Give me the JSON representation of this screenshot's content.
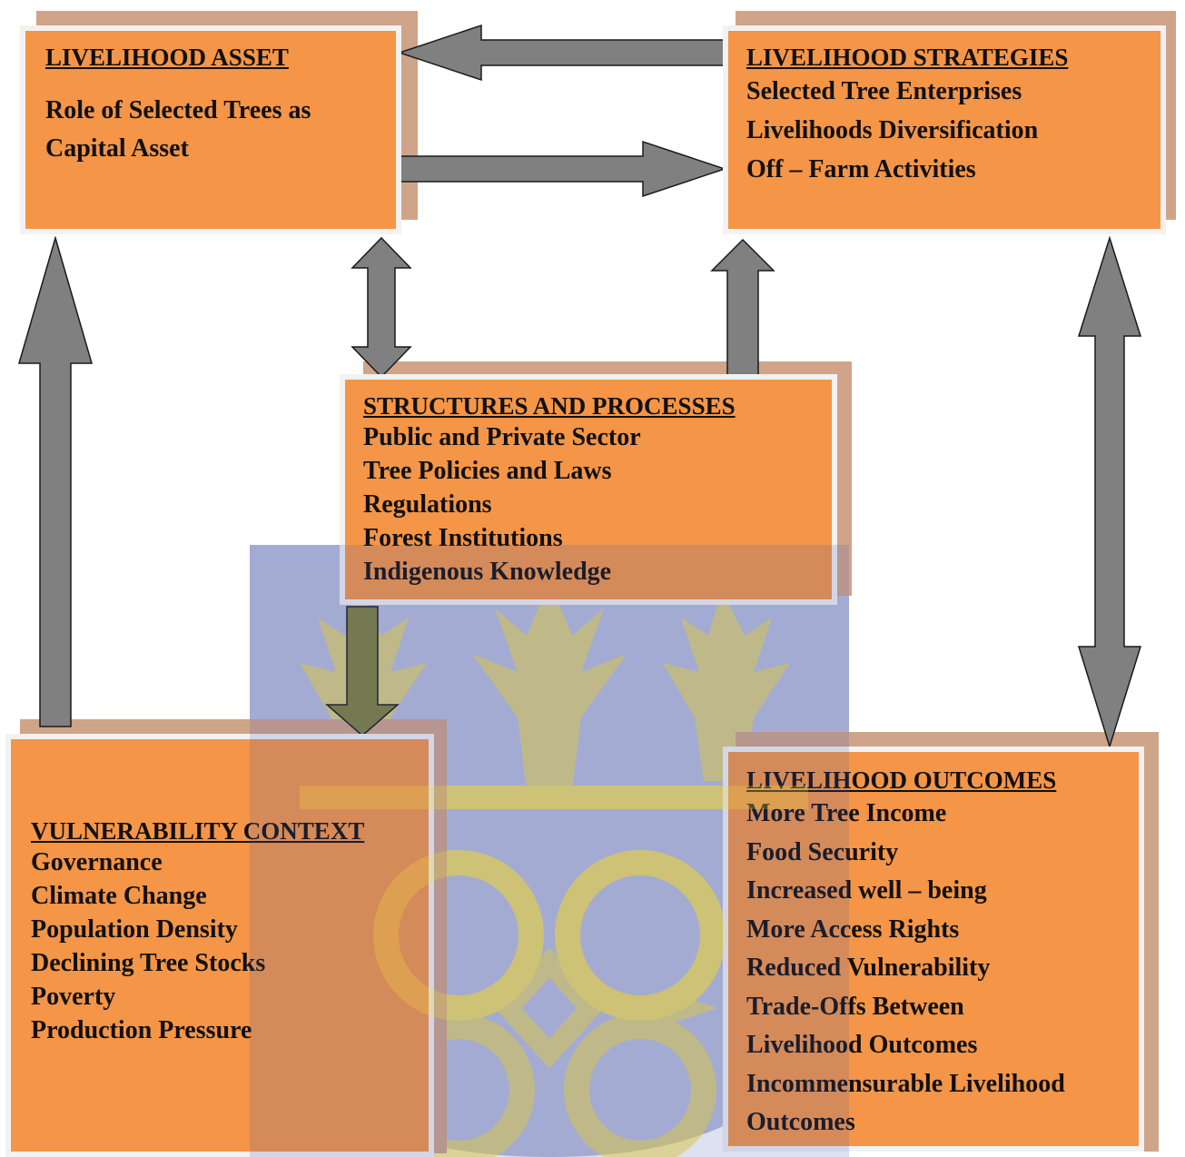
{
  "boxes": {
    "asset": {
      "title": "LIVELIHOOD ASSET",
      "lines": [
        "Role of Selected Trees as",
        "Capital Asset"
      ]
    },
    "strategies": {
      "title": "LIVELIHOOD STRATEGIES",
      "lines": [
        "Selected Tree Enterprises",
        "Livelihoods Diversification",
        "Off – Farm Activities"
      ]
    },
    "structures": {
      "title": "STRUCTURES AND PROCESSES",
      "lines": [
        "Public and Private Sector",
        "Tree Policies and Laws",
        "Regulations",
        "Forest Institutions",
        "Indigenous Knowledge"
      ]
    },
    "vulnerability": {
      "title": "VULNERABILITY CONTEXT",
      "lines": [
        "Governance",
        "Climate Change",
        "Population Density",
        "Declining Tree Stocks",
        "Poverty",
        "Production Pressure"
      ]
    },
    "outcomes": {
      "title": "LIVELIHOOD OUTCOMES",
      "lines": [
        "More Tree Income",
        "Food Security",
        "Increased well – being",
        "More Access Rights",
        "Reduced Vulnerability",
        "Trade-Offs Between",
        "Livelihood Outcomes",
        "Incommensurable Livelihood",
        "Outcomes"
      ]
    }
  },
  "colors": {
    "box_fill": "#f49548",
    "box_shadow": "#cfa489",
    "arrow_fill": "#808080",
    "watermark_blue": "#4a5aa8",
    "watermark_yellow": "#f7df3c"
  }
}
